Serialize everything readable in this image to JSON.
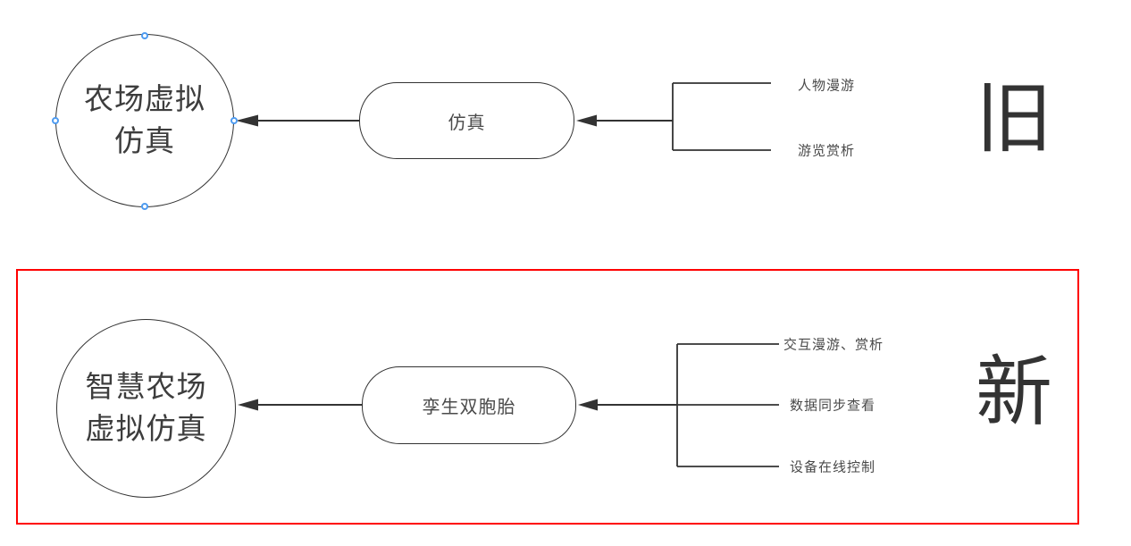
{
  "old": {
    "tag": "旧",
    "circle": {
      "lines": [
        "农场虚拟",
        "仿真"
      ]
    },
    "node": "仿真",
    "branches": [
      "人物漫游",
      "游览赏析"
    ]
  },
  "new": {
    "tag": "新",
    "circle": {
      "lines": [
        "智慧农场",
        "虚拟仿真"
      ]
    },
    "node": "孪生双胞胎",
    "branches": [
      "交互漫游、赏析",
      "数据同步查看",
      "设备在线控制"
    ]
  },
  "colors": {
    "line": "#333333",
    "highlight": "#ff0000",
    "anchor": "#4e9bf0"
  }
}
